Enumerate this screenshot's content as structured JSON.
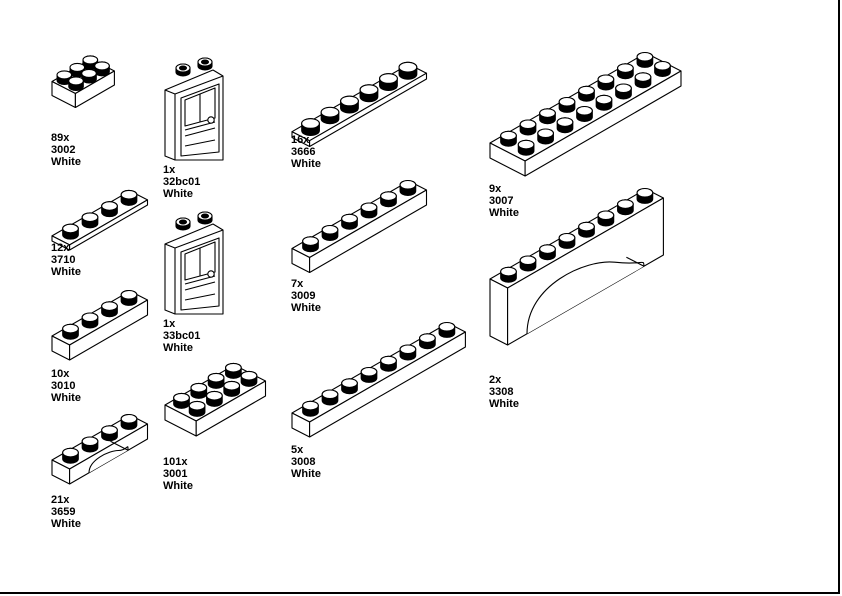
{
  "parts": [
    {
      "qty": "89x",
      "id": "3002",
      "color": "White"
    },
    {
      "qty": "1x",
      "id": "32bc01",
      "color": "White"
    },
    {
      "qty": "16x",
      "id": "3666",
      "color": "White"
    },
    {
      "qty": "9x",
      "id": "3007",
      "color": "White"
    },
    {
      "qty": "12x",
      "id": "3710",
      "color": "White"
    },
    {
      "qty": "1x",
      "id": "33bc01",
      "color": "White"
    },
    {
      "qty": "7x",
      "id": "3009",
      "color": "White"
    },
    {
      "qty": "2x",
      "id": "3308",
      "color": "White"
    },
    {
      "qty": "10x",
      "id": "3010",
      "color": "White"
    },
    {
      "qty": "101x",
      "id": "3001",
      "color": "White"
    },
    {
      "qty": "5x",
      "id": "3008",
      "color": "White"
    },
    {
      "qty": "21x",
      "id": "3659",
      "color": "White"
    }
  ]
}
